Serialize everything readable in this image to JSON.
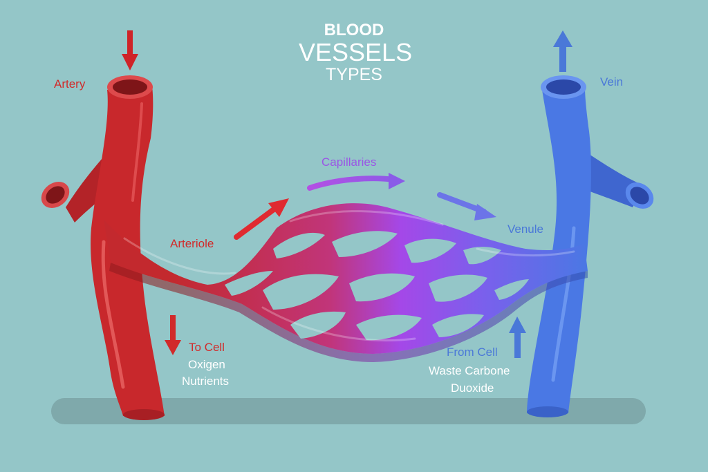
{
  "title": {
    "line1": "BLOOD",
    "line2": "VESSELS",
    "line3": "TYPES"
  },
  "labels": {
    "artery": "Artery",
    "vein": "Vein",
    "arteriole": "Arteriole",
    "capillaries": "Capillaries",
    "venule": "Venule",
    "to_cell": "To Cell",
    "to_cell_items": [
      "Oxigen",
      "Nutrients"
    ],
    "from_cell": "From Cell",
    "from_cell_items": [
      "Waste Carbone",
      "Duoxide"
    ]
  },
  "colors": {
    "background": "#94c6c8",
    "artery": "#c8282c",
    "artery_dark": "#8e1a1e",
    "vein": "#4a78e4",
    "vein_dark": "#2f4fb0",
    "capillary_mid": "#9e4cf0",
    "shadow": "#7fa8aa"
  }
}
